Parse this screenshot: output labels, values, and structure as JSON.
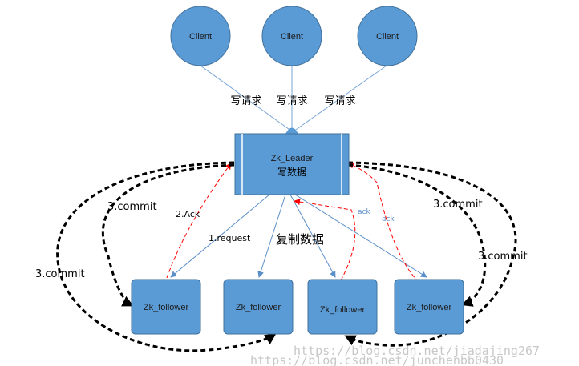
{
  "diagram": {
    "clients": [
      "Client",
      "Client",
      "Client"
    ],
    "write_request_labels": [
      "写请求",
      "写请求",
      "写请求"
    ],
    "leader": {
      "line1": "Zk_Leader",
      "line2": "写数据"
    },
    "followers": [
      "Zk_follower",
      "Zk_follower",
      "Zk_follower",
      "Zk_follower"
    ],
    "edge_labels": {
      "request": "1.request",
      "ack": "2.Ack",
      "ack_small_1": "ack",
      "ack_small_2": "ack",
      "replicate": "复制数据",
      "commit_top_left": "3.commit",
      "commit_left": "3.commit",
      "commit_top_right": "3.commit",
      "commit_right": "3.commit"
    },
    "watermark": {
      "line1": "https://blog.csdn.net/jiadajing267",
      "line2": "https://blog.csdn.net/junchenbb0430"
    },
    "colors": {
      "node_fill": "#5b9bd5",
      "node_stroke": "#41719c",
      "connector": "#7aa6d6",
      "ack_arrow": "#ff0000",
      "commit_arrow": "#000000"
    }
  }
}
